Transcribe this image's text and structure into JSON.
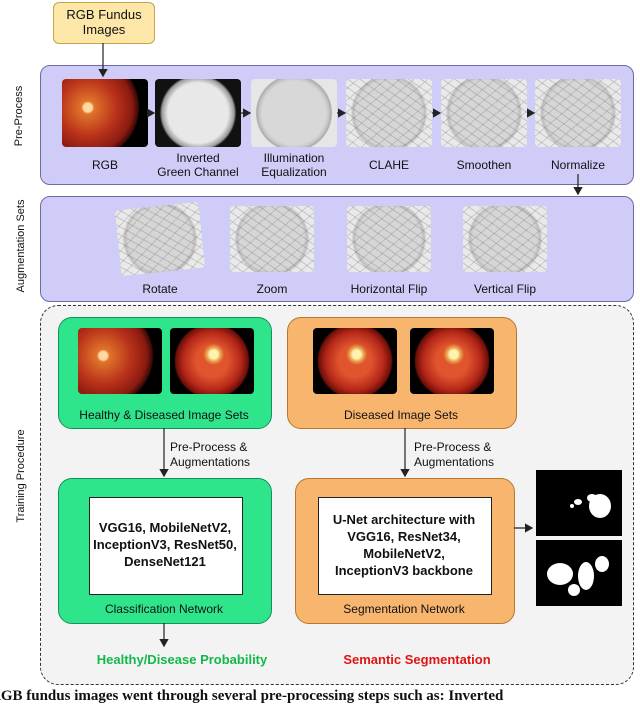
{
  "input": {
    "label": "RGB Fundus\nImages"
  },
  "preprocess": {
    "side_label": "Pre-Process",
    "steps": [
      "RGB",
      "Inverted\nGreen Channel",
      "Illumination\nEqualization",
      "CLAHE",
      "Smoothen",
      "Normalize"
    ]
  },
  "augmentation": {
    "side_label": "Augmentation Sets",
    "sets": [
      "Rotate",
      "Zoom",
      "Horizontal Flip",
      "Vertical Flip"
    ]
  },
  "training": {
    "side_label": "Training Procedure",
    "classification": {
      "image_caption": "Healthy & Diseased Image Sets",
      "step_label": "Pre-Process &\nAugmentations",
      "models": "VGG16, MobileNetV2,\nInceptionV3, ResNet50,\nDenseNet121",
      "network_label": "Classification Network",
      "output": "Healthy/Disease Probability",
      "output_color": "#12b84a"
    },
    "segmentation": {
      "image_caption": "Diseased Image Sets",
      "step_label": "Pre-Process &\nAugmentations",
      "models": "U-Net architecture with\nVGG16, ResNet34,\nMobileNetV2,\nInceptionV3 backbone",
      "network_label": "Segmentation Network",
      "output": "Semantic Segmentation",
      "output_color": "#e11414"
    }
  },
  "caption_fragment": "RGB fundus images went through several pre-processing steps such as: Inverted"
}
